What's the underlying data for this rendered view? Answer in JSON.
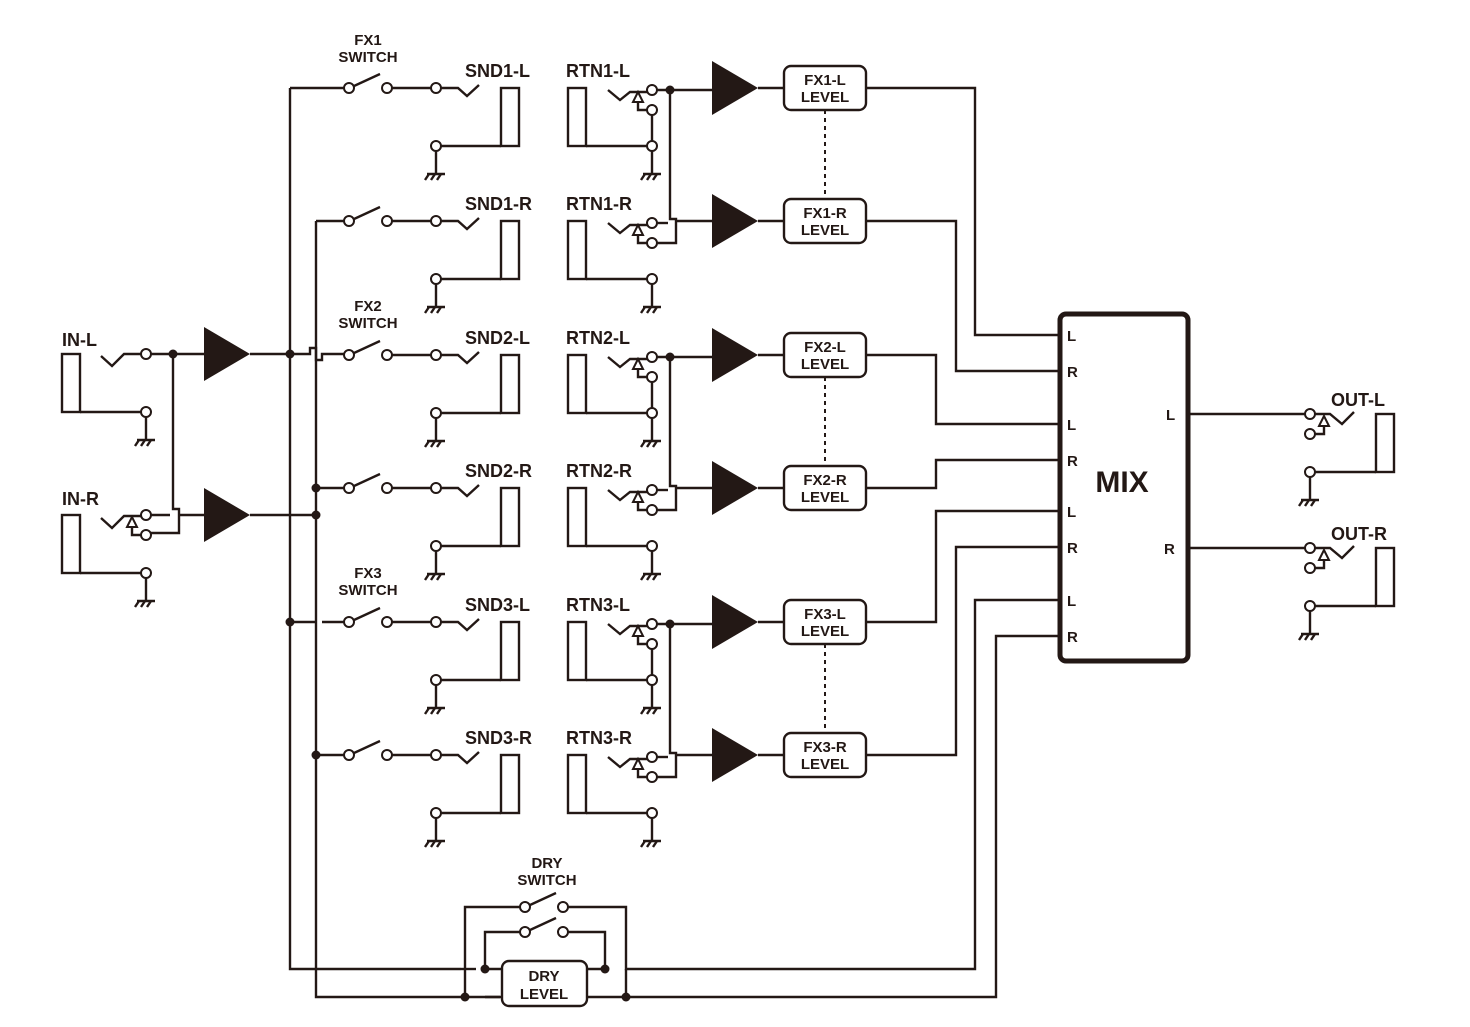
{
  "inputs": {
    "in_l": "IN-L",
    "in_r": "IN-R"
  },
  "outputs": {
    "out_l": "OUT-L",
    "out_r": "OUT-R"
  },
  "switches": {
    "fx1": [
      "FX1",
      "SWITCH"
    ],
    "fx2": [
      "FX2",
      "SWITCH"
    ],
    "fx3": [
      "FX3",
      "SWITCH"
    ],
    "dry": [
      "DRY",
      "SWITCH"
    ]
  },
  "sends": [
    "SND1-L",
    "SND1-R",
    "SND2-L",
    "SND2-R",
    "SND3-L",
    "SND3-R"
  ],
  "returns": [
    "RTN1-L",
    "RTN1-R",
    "RTN2-L",
    "RTN2-R",
    "RTN3-L",
    "RTN3-R"
  ],
  "levels": [
    [
      "FX1-L",
      "LEVEL"
    ],
    [
      "FX1-R",
      "LEVEL"
    ],
    [
      "FX2-L",
      "LEVEL"
    ],
    [
      "FX2-R",
      "LEVEL"
    ],
    [
      "FX3-L",
      "LEVEL"
    ],
    [
      "FX3-R",
      "LEVEL"
    ]
  ],
  "dry_level": [
    "DRY",
    "LEVEL"
  ],
  "mix": {
    "label": "MIX",
    "input_pins": [
      "L",
      "R",
      "L",
      "R",
      "L",
      "R",
      "L",
      "R"
    ],
    "output_pins": [
      "L",
      "R"
    ]
  }
}
